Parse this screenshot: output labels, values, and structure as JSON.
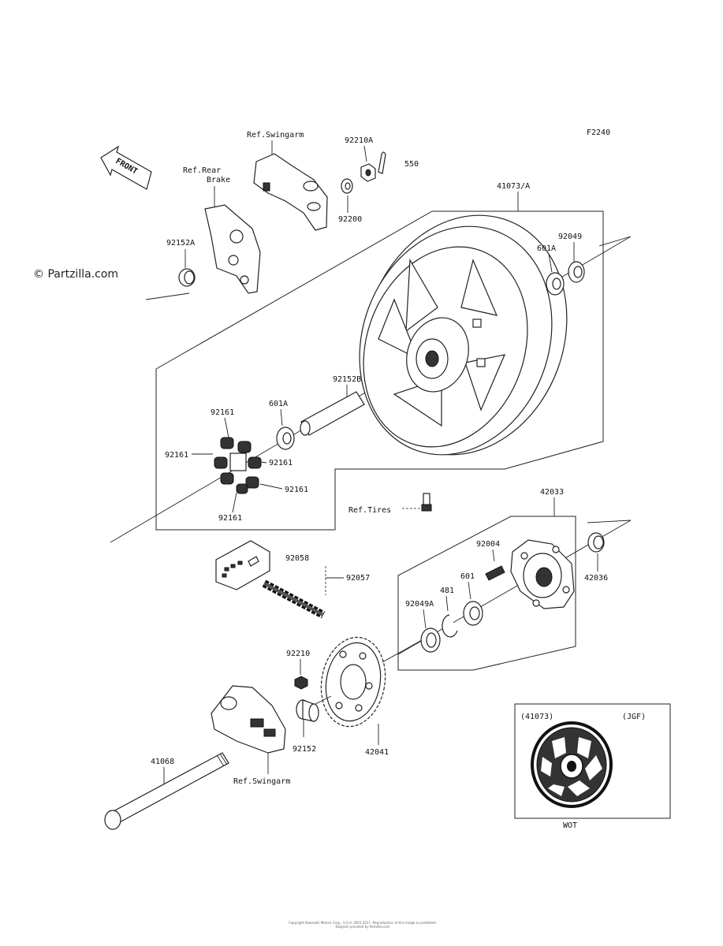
{
  "diagram_code": "F2240",
  "front_label": "FRONT",
  "watermark": "© Partzilla.com",
  "refs": {
    "swingarm_top": "Ref.Swingarm",
    "rear_brake_line1": "Ref.Rear",
    "rear_brake_line2": "Brake",
    "tires": "Ref.Tires",
    "swingarm_bottom": "Ref.Swingarm"
  },
  "parts": {
    "p92210A": "92210A",
    "p550": "550",
    "p92200": "92200",
    "p41073A": "41073/A",
    "p92152A": "92152A",
    "p601A_top": "601A",
    "p92049": "92049",
    "p92152B": "92152B",
    "p601A_mid": "601A",
    "p92161_a": "92161",
    "p92161_b": "92161",
    "p92161_c": "92161",
    "p92161_d": "92161",
    "p92161_e": "92161",
    "p42033": "42033",
    "p92004": "92004",
    "p42036": "42036",
    "p92058": "92058",
    "p92057": "92057",
    "p601": "601",
    "p481": "481",
    "p92049A": "92049A",
    "p92210": "92210",
    "p92152": "92152",
    "p42041": "42041",
    "p41068": "41068"
  },
  "inset": {
    "part_number": "(41073)",
    "variant": "(JGF)",
    "caption": "WOT"
  },
  "footer": {
    "line1": "Copyright Kawasaki Motors Corp., U.S.A. 2001-2017. Reproduction of this image is prohibited.",
    "line2": "Diagram provided by Partzilla.com"
  }
}
